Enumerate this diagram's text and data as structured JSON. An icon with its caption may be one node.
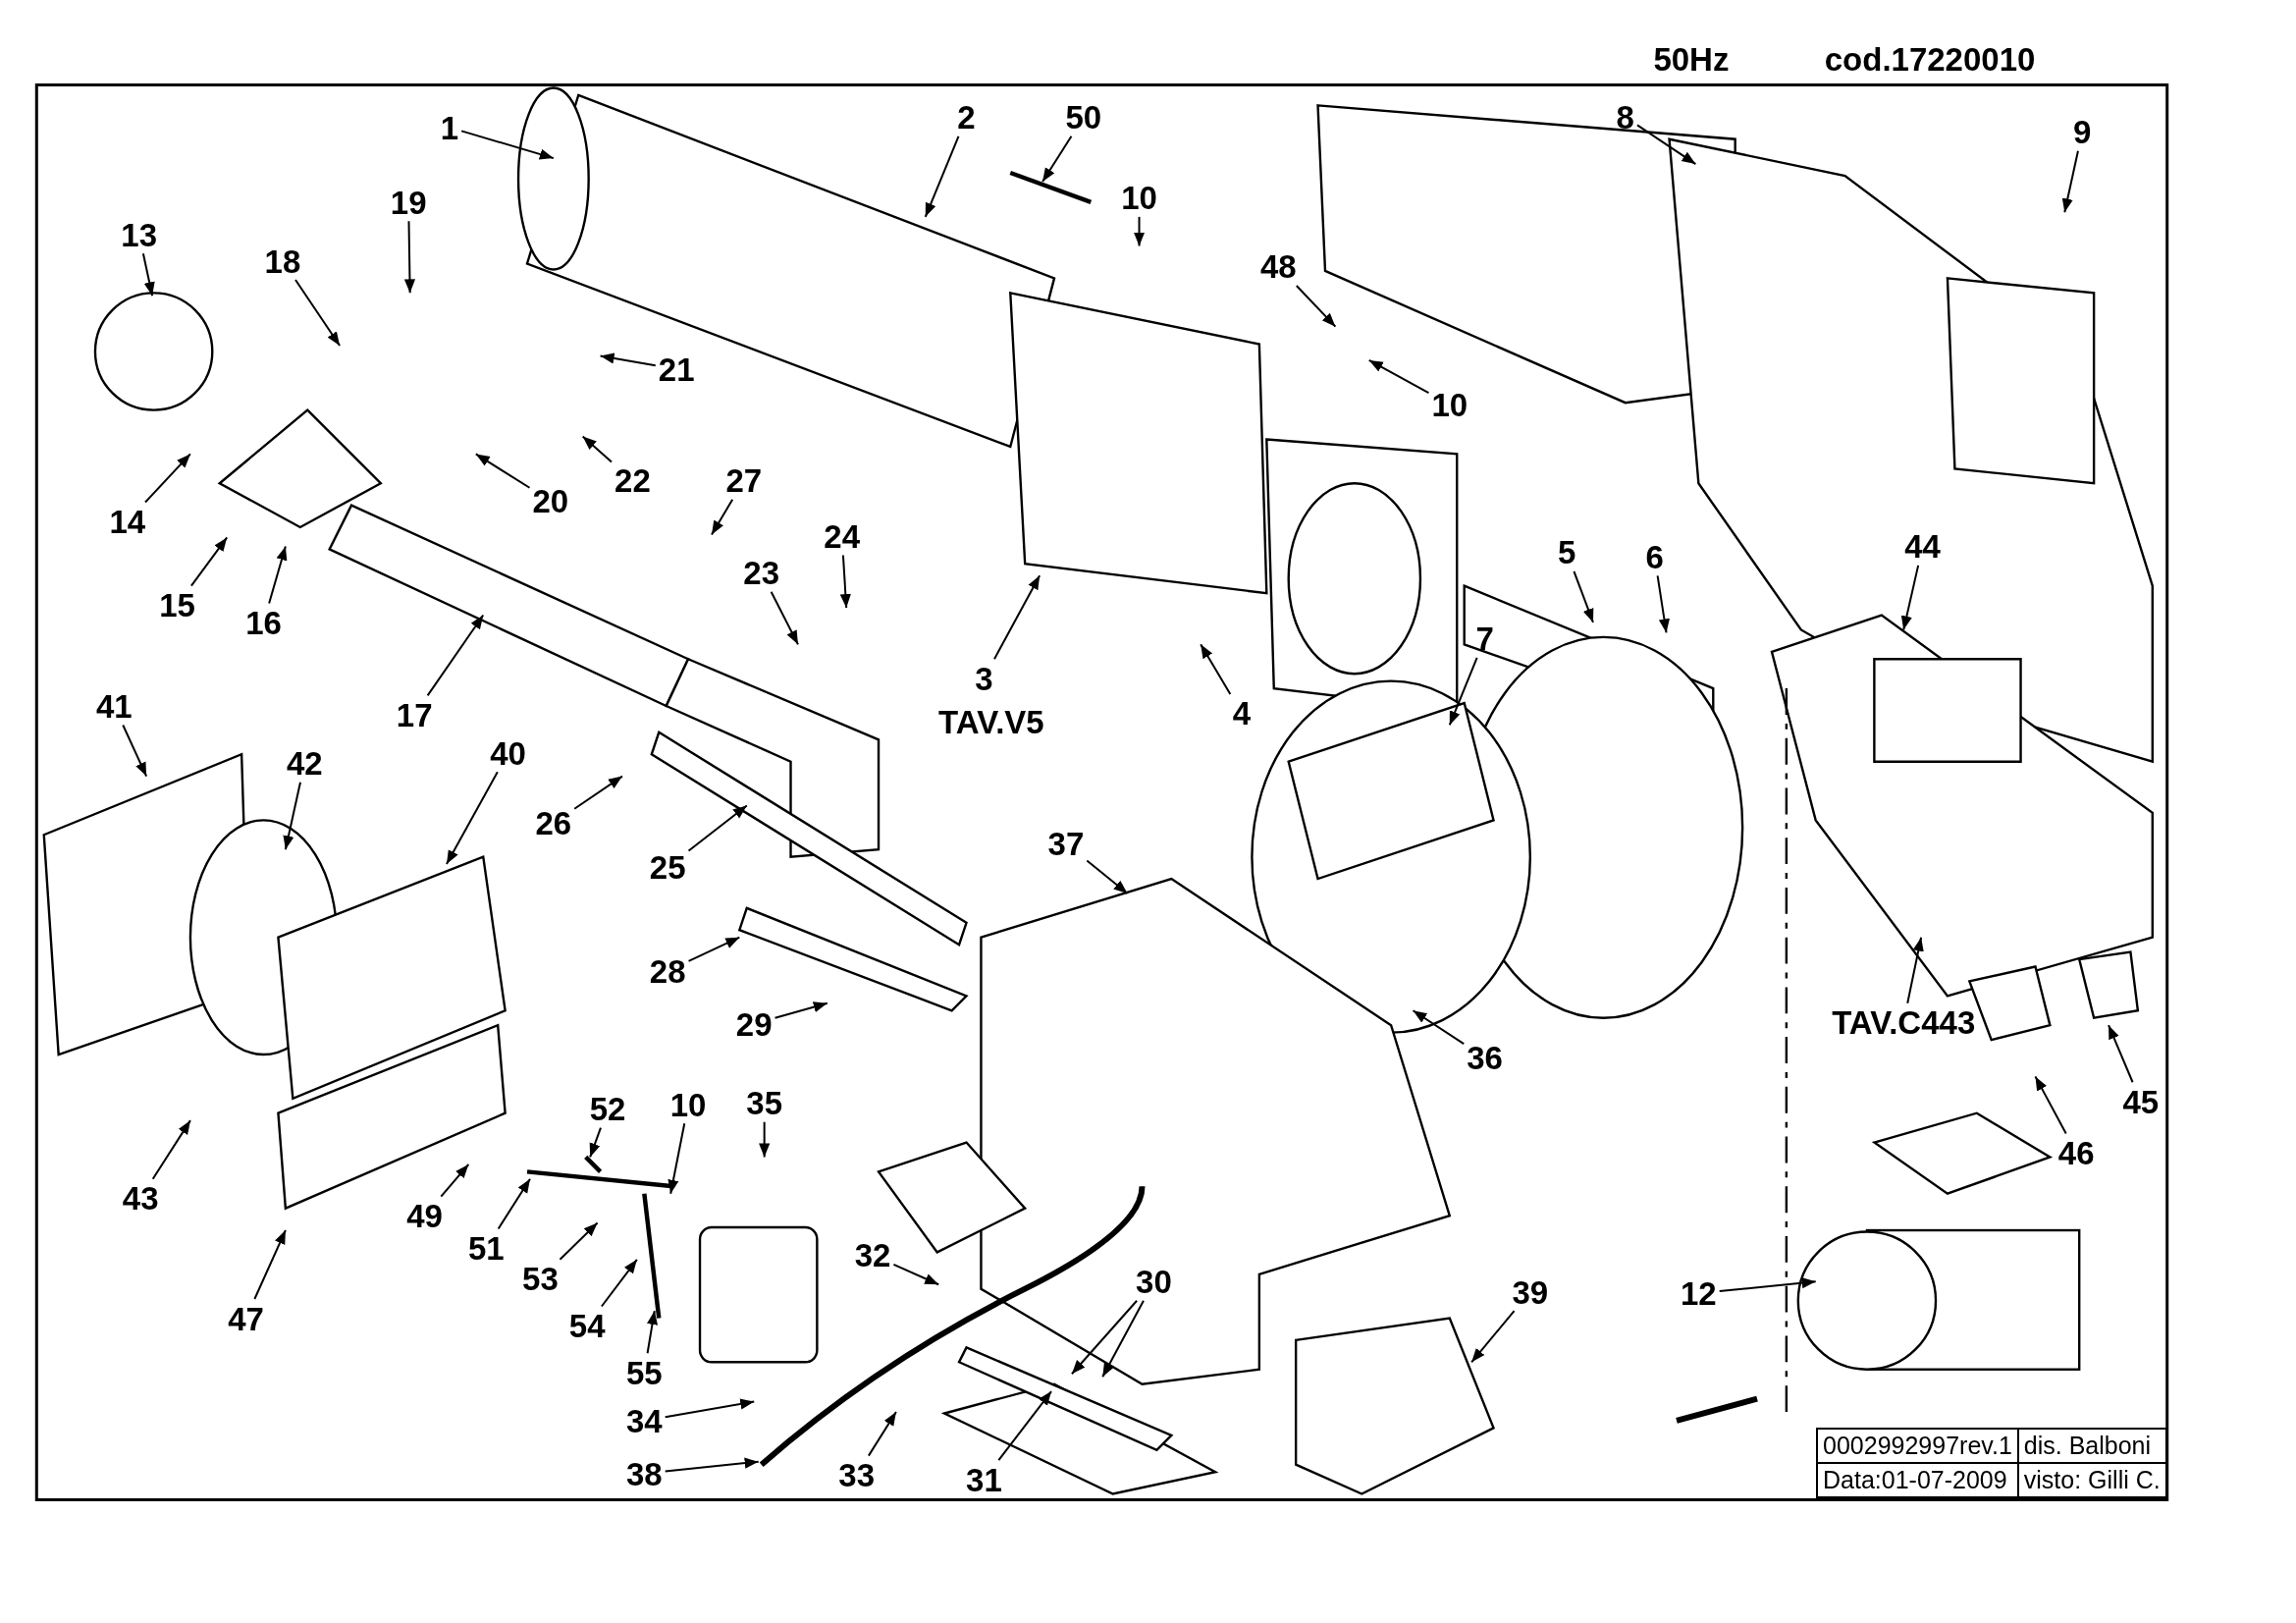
{
  "diagram": {
    "nodes": [
      {
        "text": [
          "1"
        ]
      },
      {
        "text": [
          "2"
        ]
      },
      {
        "text": [
          "50"
        ]
      },
      {
        "text": [
          "10"
        ]
      },
      {
        "text": [
          "8"
        ]
      },
      {
        "text": [
          "9"
        ]
      },
      {
        "text": [
          "13"
        ]
      },
      {
        "text": [
          "19"
        ]
      },
      {
        "text": [
          "18"
        ]
      },
      {
        "text": [
          "48"
        ]
      },
      {
        "text": [
          "10"
        ]
      },
      {
        "text": [
          "21"
        ]
      },
      {
        "text": [
          "22"
        ]
      },
      {
        "text": [
          "20"
        ]
      },
      {
        "text": [
          "14"
        ]
      },
      {
        "text": [
          "15"
        ]
      },
      {
        "text": [
          "16"
        ]
      },
      {
        "text": [
          "27"
        ]
      },
      {
        "text": [
          "23"
        ]
      },
      {
        "text": [
          "24"
        ]
      },
      {
        "text": [
          "17"
        ]
      },
      {
        "text": [
          "3"
        ]
      },
      {
        "text": [
          "4"
        ]
      },
      {
        "text": [
          "5"
        ]
      },
      {
        "text": [
          "6"
        ]
      },
      {
        "text": [
          "7"
        ]
      },
      {
        "text": [
          "44"
        ]
      },
      {
        "text": [
          "41"
        ]
      },
      {
        "text": [
          "42"
        ]
      },
      {
        "text": [
          "40"
        ]
      },
      {
        "text": [
          "26"
        ]
      },
      {
        "text": [
          "25"
        ]
      },
      {
        "text": [
          "37"
        ]
      },
      {
        "text": [
          "28"
        ]
      },
      {
        "text": [
          "29"
        ]
      },
      {
        "text": [
          "36"
        ]
      },
      {
        "text": [
          "TAV.C443"
        ]
      },
      {
        "text": [
          "45"
        ]
      },
      {
        "text": [
          "46"
        ]
      },
      {
        "text": [
          "43"
        ]
      },
      {
        "text": [
          "47"
        ]
      },
      {
        "text": [
          "49"
        ]
      },
      {
        "text": [
          "51"
        ]
      },
      {
        "text": [
          "52"
        ]
      },
      {
        "text": [
          "10"
        ]
      },
      {
        "text": [
          "53"
        ]
      },
      {
        "text": [
          "54"
        ]
      },
      {
        "text": [
          "35"
        ]
      },
      {
        "text": [
          "55"
        ]
      },
      {
        "text": [
          "32"
        ]
      },
      {
        "text": [
          "30"
        ]
      },
      {
        "text": [
          "12"
        ]
      },
      {
        "text": [
          "39"
        ]
      },
      {
        "text": [
          "34"
        ]
      },
      {
        "text": [
          "38"
        ]
      },
      {
        "text": [
          "33"
        ]
      },
      {
        "text": [
          "31"
        ]
      }
    ],
    "edges": [
      {
        "from": 0,
        "to": null,
        "arrow": "to"
      },
      {
        "from": 1,
        "to": null,
        "arrow": "to"
      },
      {
        "from": 2,
        "to": null,
        "arrow": "to"
      },
      {
        "from": 3,
        "to": null,
        "arrow": "to"
      },
      {
        "from": 4,
        "to": null,
        "arrow": "to"
      },
      {
        "from": 5,
        "to": null,
        "arrow": "to"
      },
      {
        "from": 6,
        "to": null,
        "arrow": "to"
      },
      {
        "from": 7,
        "to": null,
        "arrow": "to"
      },
      {
        "from": 8,
        "to": null,
        "arrow": "to"
      },
      {
        "from": 9,
        "to": null,
        "arrow": "to"
      },
      {
        "from": 10,
        "to": null,
        "arrow": "to"
      },
      {
        "from": 11,
        "to": null,
        "arrow": "to"
      },
      {
        "from": 12,
        "to": null,
        "arrow": "to"
      },
      {
        "from": 13,
        "to": null,
        "arrow": "to"
      },
      {
        "from": 14,
        "to": null,
        "arrow": "to"
      },
      {
        "from": 15,
        "to": null,
        "arrow": "to"
      },
      {
        "from": 16,
        "to": null,
        "arrow": "to"
      },
      {
        "from": 17,
        "to": null,
        "arrow": "to"
      },
      {
        "from": 18,
        "to": null,
        "arrow": "to"
      },
      {
        "from": 19,
        "to": null,
        "arrow": "to"
      },
      {
        "from": 20,
        "to": null,
        "arrow": "to"
      },
      {
        "from": 21,
        "to": null,
        "arrow": "to"
      },
      {
        "from": 22,
        "to": null,
        "arrow": "to"
      },
      {
        "from": 23,
        "to": null,
        "arrow": "to"
      },
      {
        "from": 24,
        "to": null,
        "arrow": "to"
      },
      {
        "from": 25,
        "to": null,
        "arrow": "to"
      },
      {
        "from": 26,
        "to": null,
        "arrow": "to"
      },
      {
        "from": 27,
        "to": null,
        "arrow": "to"
      },
      {
        "from": 28,
        "to": null,
        "arrow": "to"
      },
      {
        "from": 29,
        "to": null,
        "arrow": "to"
      },
      {
        "from": 30,
        "to": null,
        "arrow": "to"
      },
      {
        "from": 31,
        "to": null,
        "arrow": "to"
      },
      {
        "from": 32,
        "to": null,
        "arrow": "to"
      },
      {
        "from": 33,
        "to": null,
        "arrow": "to"
      },
      {
        "from": 34,
        "to": null,
        "arrow": "to"
      },
      {
        "from": 35,
        "to": null,
        "arrow": "to"
      },
      {
        "from": 36,
        "to": null,
        "arrow": "to"
      },
      {
        "from": 37,
        "to": null,
        "arrow": "to"
      },
      {
        "from": 38,
        "to": null,
        "arrow": "to"
      },
      {
        "from": 39,
        "to": null,
        "arrow": "to"
      },
      {
        "from": 40,
        "to": null,
        "arrow": "to"
      },
      {
        "from": 41,
        "to": null,
        "arrow": "to"
      },
      {
        "from": 42,
        "to": null,
        "arrow": "to"
      },
      {
        "from": 43,
        "to": null,
        "arrow": "to"
      },
      {
        "from": 44,
        "to": null,
        "arrow": "to"
      },
      {
        "from": 45,
        "to": null,
        "arrow": "to"
      },
      {
        "from": 46,
        "to": null,
        "arrow": "to"
      },
      {
        "from": 47,
        "to": null,
        "arrow": "to"
      },
      {
        "from": 48,
        "to": null,
        "arrow": "to"
      },
      {
        "from": 49,
        "to": null,
        "arrow": "to"
      },
      {
        "from": 50,
        "to": null,
        "arrow": "to"
      },
      {
        "from": 51,
        "to": null,
        "arrow": "to"
      },
      {
        "from": 52,
        "to": null,
        "arrow": "to"
      },
      {
        "from": 53,
        "to": null,
        "arrow": "to"
      },
      {
        "from": 54,
        "to": null,
        "arrow": "to"
      },
      {
        "from": 55,
        "to": null,
        "arrow": "to"
      },
      {
        "from": 56,
        "to": null,
        "arrow": "to"
      },
      {
        "from": 50,
        "to": null,
        "arrow": "to"
      }
    ],
    "labels": [
      "50Hz",
      "cod.17220010",
      "TAV.V5",
      "0002992997rev.1",
      "dis. Balboni",
      "Data:01-07-2009",
      "visto: Gilli C."
    ]
  }
}
